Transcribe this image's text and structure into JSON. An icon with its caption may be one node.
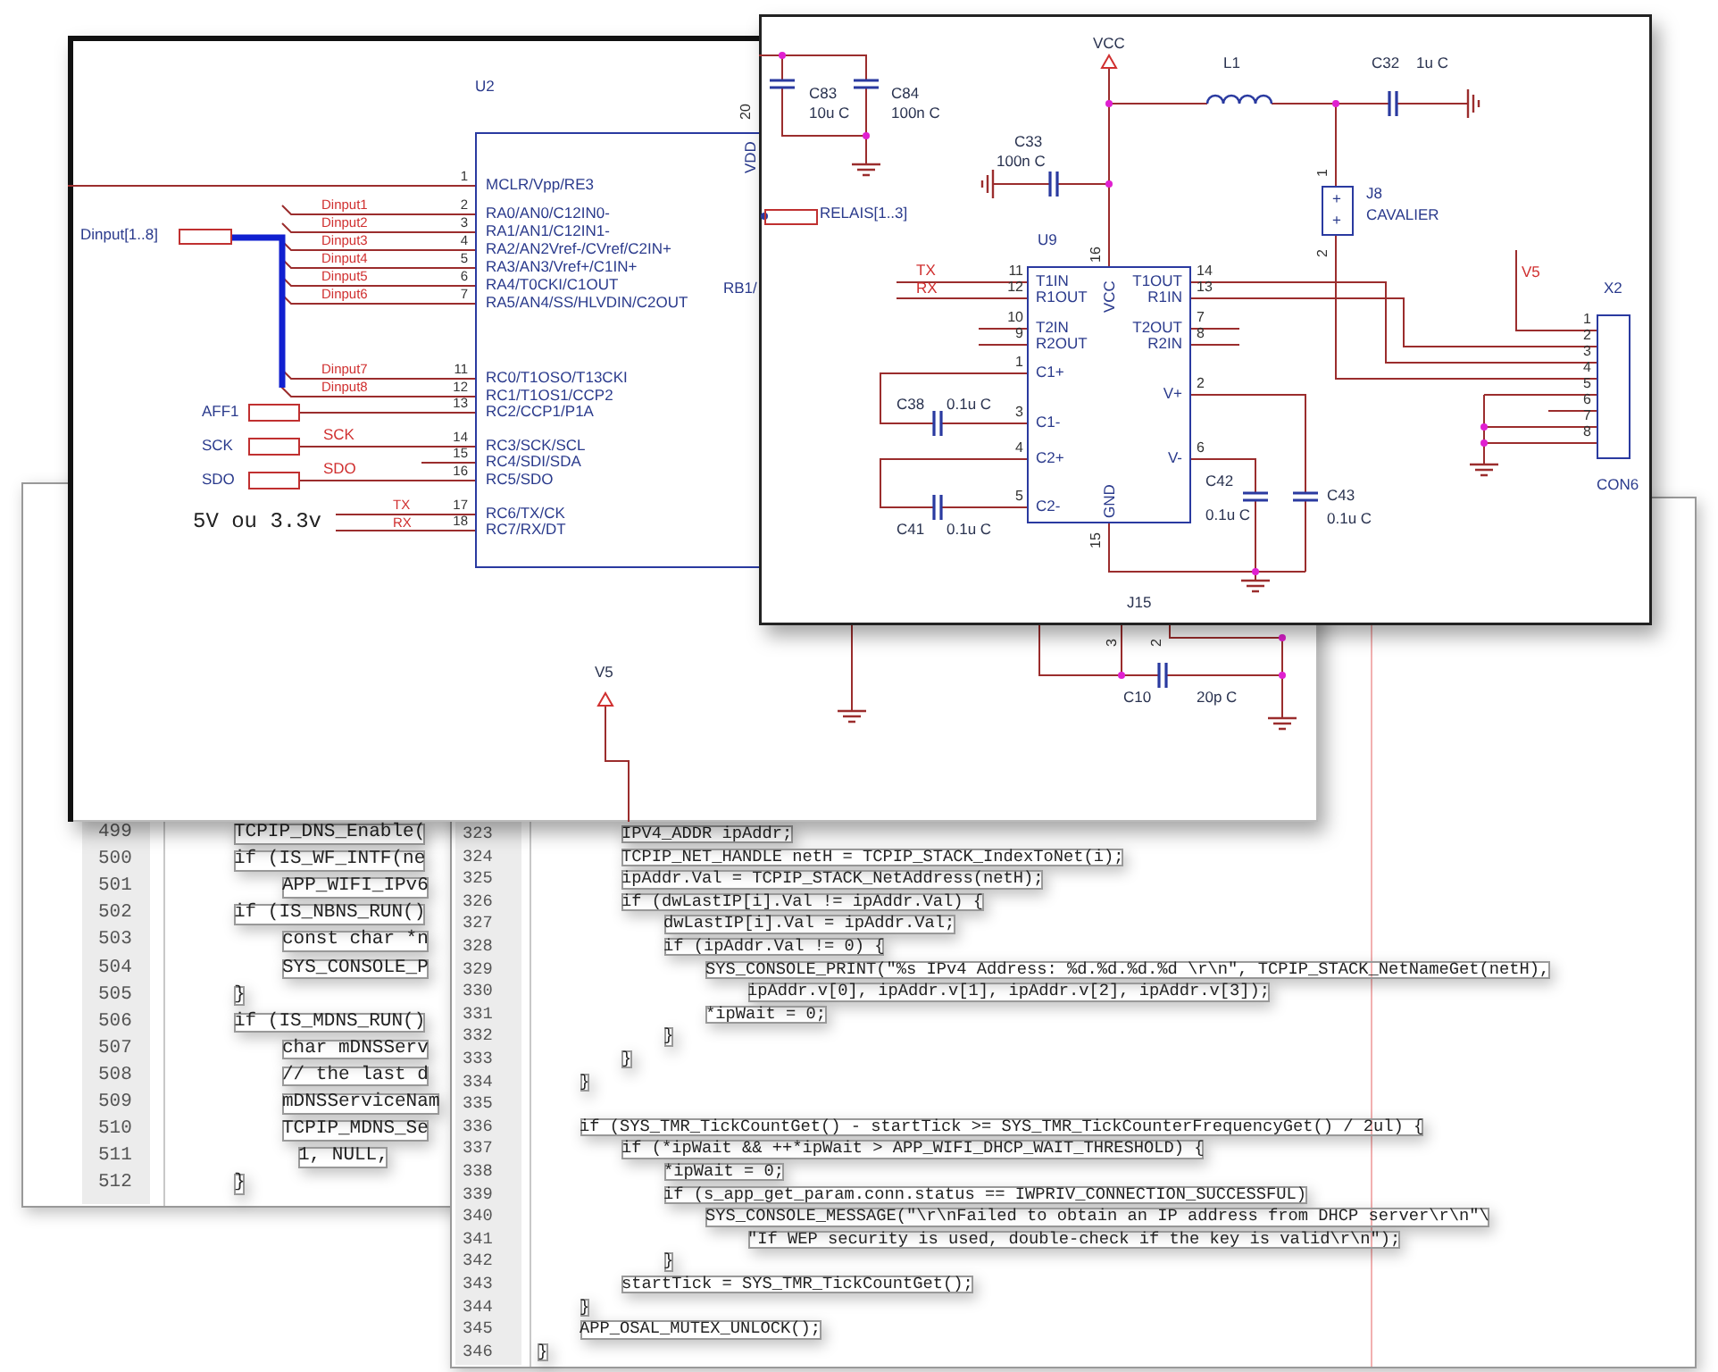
{
  "diagram": {
    "nodes": [
      {
        "text": [
          "U2",
          "MCLR/Vpp/RE3",
          "RA0/AN0/C12IN0-",
          "RA1/AN1/C12IN1-",
          "RA2/AN2Vref-/CVref/C2IN+",
          "RA3/AN3/Vref+/C1IN+",
          "RA4/T0CKI/C1OUT",
          "RA5/AN4/SS/HLVDIN/C2OUT",
          "RC0/T1OSO/T13CKI",
          "RC1/T1OS1/CCP2",
          "RC2/CCP1/P1A",
          "RC3/SCK/SCL",
          "RC4/SDI/SDA",
          "RC5/SDO",
          "RC6/TX/CK",
          "RC7/RX/DT",
          "VDD",
          "RB1/"
        ]
      },
      {
        "text": [
          "Dinput[1..8]"
        ]
      },
      {
        "text": [
          "AFF1"
        ]
      },
      {
        "text": [
          "SCK"
        ]
      },
      {
        "text": [
          "SDO"
        ]
      },
      {
        "text": [
          "U9",
          "T1IN",
          "R1OUT",
          "T2IN",
          "R2OUT",
          "C1+",
          "C1-",
          "C2+",
          "C2-",
          "VCC",
          "GND",
          "T1OUT",
          "R1IN",
          "T2OUT",
          "R2IN",
          "V+",
          "V-"
        ]
      },
      {
        "text": [
          "J8",
          "CAVALIER",
          "+",
          "+"
        ]
      },
      {
        "text": [
          "X2",
          "CON6"
        ]
      },
      {
        "text": [
          "RELAIS[1..3]"
        ]
      }
    ],
    "edges": [
      {
        "from": 1,
        "to": 0,
        "arrow": "none"
      },
      {
        "from": 2,
        "to": 0,
        "arrow": "none"
      },
      {
        "from": 3,
        "to": 0,
        "arrow": "none",
        "label": "SCK"
      },
      {
        "from": 4,
        "to": 0,
        "arrow": "none",
        "label": "SDO"
      },
      {
        "from": 5,
        "to": 7,
        "arrow": "none"
      },
      {
        "from": 5,
        "to": 7,
        "arrow": "none"
      },
      {
        "from": 6,
        "to": 7,
        "arrow": "none"
      }
    ],
    "labels": [
      "20",
      "1",
      "2",
      "3",
      "4",
      "5",
      "6",
      "7",
      "11",
      "12",
      "13",
      "14",
      "15",
      "16",
      "17",
      "18",
      "Dinput1",
      "Dinput2",
      "Dinput3",
      "Dinput4",
      "Dinput5",
      "Dinput6",
      "Dinput7",
      "Dinput8",
      "TX",
      "RX",
      "5V ou 3.3v",
      "V5",
      "3",
      "2",
      "C10",
      "20p C",
      "C83",
      "10u C",
      "C84",
      "100n C",
      "VCC",
      "L1",
      "C32",
      "1u C",
      "C33",
      "100n C",
      "1",
      "2",
      "TX",
      "RX",
      "16",
      "11",
      "12",
      "10",
      "9",
      "1",
      "3",
      "4",
      "5",
      "14",
      "13",
      "7",
      "8",
      "2",
      "6",
      "15",
      "C38",
      "0.1u C",
      "C41",
      "0.1u C",
      "C42",
      "0.1u C",
      "C43",
      "0.1u C",
      "V5",
      "1",
      "2",
      "3",
      "4",
      "5",
      "6",
      "7",
      "8",
      "J15",
      "499",
      "TCPIP_DNS_Enable(",
      "500",
      "if (IS_WF_INTF(ne",
      "501",
      "APP_WIFI_IPv6",
      "502",
      "if (IS_NBNS_RUN()",
      "503",
      "const char *n",
      "504",
      "SYS_CONSOLE_P",
      "505",
      "}",
      "506",
      "if (IS_MDNS_RUN()",
      "507",
      "char mDNSServ",
      "508",
      "// the last d",
      "509",
      "mDNSServiceNam",
      "510",
      "TCPIP_MDNS_Se",
      "511",
      "1, NULL,",
      "512",
      "}",
      "323",
      "IPV4_ADDR ipAddr;",
      "324",
      "TCPIP_NET_HANDLE netH = TCPIP_STACK_IndexToNet(i);",
      "325",
      "ipAddr.Val = TCPIP_STACK_NetAddress(netH);",
      "326",
      "if (dwLastIP[i].Val != ipAddr.Val) {",
      "327",
      "dwLastIP[i].Val = ipAddr.Val;",
      "328",
      "if (ipAddr.Val != 0) {",
      "329",
      "SYS_CONSOLE_PRINT(\"%s IPv4 Address: %d.%d.%d.%d \\r\\n\", TCPIP_STACK_NetNameGet(netH),",
      "330",
      "ipAddr.v[0], ipAddr.v[1], ipAddr.v[2], ipAddr.v[3]);",
      "331",
      "*ipWait = 0;",
      "332",
      "}",
      "333",
      "}",
      "334",
      "}",
      "335",
      "336",
      "if (SYS_TMR_TickCountGet() - startTick >= SYS_TMR_TickCounterFrequencyGet() / 2ul) {",
      "337",
      "if (*ipWait && ++*ipWait > APP_WIFI_DHCP_WAIT_THRESHOLD) {",
      "338",
      "*ipWait = 0;",
      "339",
      "if (s_app_get_param.conn.status == IWPRIV_CONNECTION_SUCCESSFUL)",
      "340",
      "SYS_CONSOLE_MESSAGE(\"\\r\\nFailed to obtain an IP address from DHCP server\\r\\n\"\\",
      "341",
      "\"If WEP security is used, double-check if the key is valid\\r\\n\");",
      "342",
      "}",
      "343",
      "startTick = SYS_TMR_TickCountGet();",
      "344",
      "}",
      "345",
      "APP_OSAL_MUTEX_UNLOCK();",
      "346",
      "}"
    ]
  }
}
